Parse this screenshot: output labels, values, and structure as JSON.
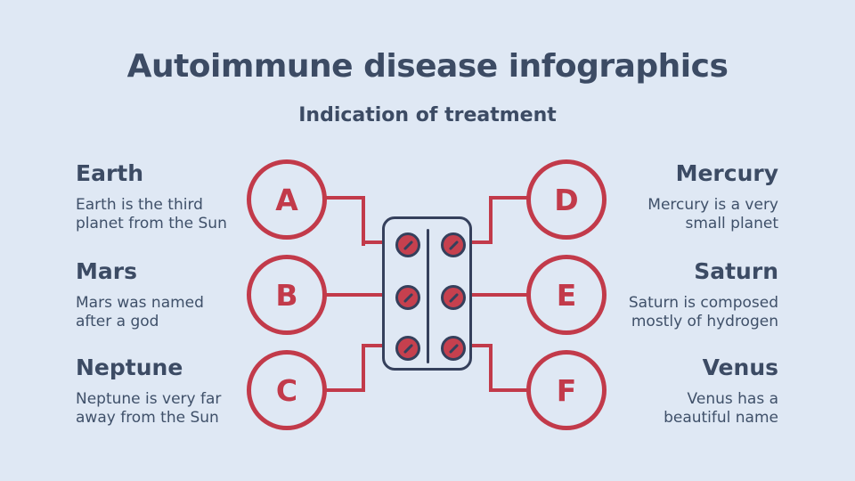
{
  "slide": {
    "title": "Autoimmune disease infographics",
    "subtitle": "Indication of treatment",
    "background_color": "#dfe8f4",
    "accent_red": "#c23a4a",
    "navy_text": "#3c4b64",
    "pill_outline": "#35405c"
  },
  "items": [
    {
      "letter": "A",
      "name": "Earth",
      "description": "Earth is the third\nplanet from the Sun",
      "side": "left"
    },
    {
      "letter": "B",
      "name": "Mars",
      "description": "Mars was named\nafter a god",
      "side": "left"
    },
    {
      "letter": "C",
      "name": "Neptune",
      "description": "Neptune is very far\naway from the Sun",
      "side": "left"
    },
    {
      "letter": "D",
      "name": "Mercury",
      "description": "Mercury is a very\nsmall planet",
      "side": "right"
    },
    {
      "letter": "E",
      "name": "Saturn",
      "description": "Saturn is composed\nmostly of hydrogen",
      "side": "right"
    },
    {
      "letter": "F",
      "name": "Venus",
      "description": "Venus has a\nbeautiful name",
      "side": "right"
    }
  ],
  "center_graphic": {
    "name": "pill-blister-pack",
    "pill_count": 6,
    "columns": 2,
    "rows": 3
  }
}
